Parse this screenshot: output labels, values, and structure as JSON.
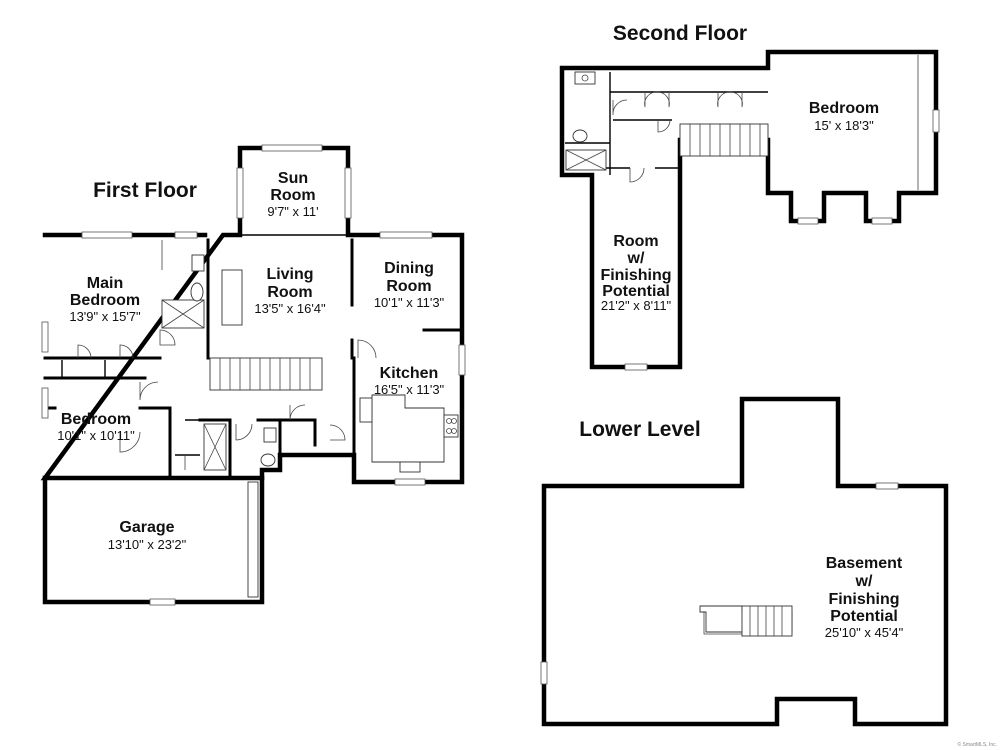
{
  "floors": {
    "first": {
      "title": "First Floor"
    },
    "second": {
      "title": "Second Floor"
    },
    "lower": {
      "title": "Lower Level"
    }
  },
  "rooms": {
    "sun": {
      "name": [
        "Sun",
        "Room"
      ],
      "dims": "9'7\" x 11'"
    },
    "living": {
      "name": [
        "Living",
        "Room"
      ],
      "dims": "13'5\" x 16'4\""
    },
    "dining": {
      "name": [
        "Dining",
        "Room"
      ],
      "dims": "10'1\" x 11'3\""
    },
    "main_bedroom": {
      "name": [
        "Main",
        "Bedroom"
      ],
      "dims": "13'9\" x 15'7\""
    },
    "kitchen": {
      "name": [
        "Kitchen"
      ],
      "dims": "16'5\" x 11'3\""
    },
    "bedroom1": {
      "name": [
        "Bedroom"
      ],
      "dims": "10'1\" x 10'11\""
    },
    "garage": {
      "name": [
        "Garage"
      ],
      "dims": "13'10\" x 23'2\""
    },
    "bedroom2": {
      "name": [
        "Bedroom"
      ],
      "dims": "15' x 18'3\""
    },
    "room_upper": {
      "name": [
        "Room",
        "w/",
        "Finishing",
        "Potential"
      ],
      "dims": "21'2\" x 8'11\""
    },
    "basement": {
      "name": [
        "Basement",
        "w/",
        "Finishing",
        "Potential"
      ],
      "dims": "25'10\" x 45'4\""
    }
  },
  "credit": "© SmartMLS, Inc."
}
